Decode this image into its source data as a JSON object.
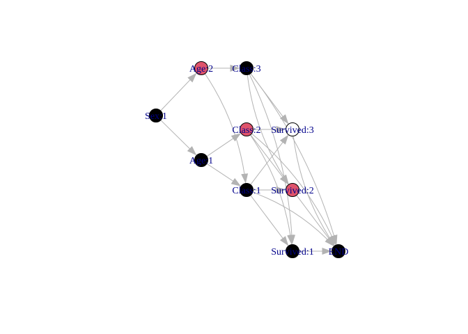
{
  "graph": {
    "colors": {
      "edge": "#b3b3b3",
      "label": "#00008B",
      "node_border": "#000000",
      "palette": {
        "black": "#000000",
        "red": "#DF536B",
        "white": "#ffffff"
      }
    },
    "nodes": [
      {
        "id": "sex1",
        "label": "Sex:1",
        "color": "black"
      },
      {
        "id": "age2",
        "label": "Age:2",
        "color": "red"
      },
      {
        "id": "age1",
        "label": "Age:1",
        "color": "black"
      },
      {
        "id": "class3",
        "label": "Class:3",
        "color": "black"
      },
      {
        "id": "class2",
        "label": "Class:2",
        "color": "red"
      },
      {
        "id": "class1",
        "label": "Class:1",
        "color": "black"
      },
      {
        "id": "surv3",
        "label": "Survived:3",
        "color": "white"
      },
      {
        "id": "surv2",
        "label": "Survived:2",
        "color": "red"
      },
      {
        "id": "surv1",
        "label": "Survived:1",
        "color": "black"
      },
      {
        "id": "end",
        "label": "END",
        "color": "black"
      }
    ],
    "edges": [
      {
        "from": "sex1",
        "to": "age2"
      },
      {
        "from": "sex1",
        "to": "age1"
      },
      {
        "from": "age2",
        "to": "class3"
      },
      {
        "from": "age2",
        "to": "class1"
      },
      {
        "from": "age1",
        "to": "class2"
      },
      {
        "from": "age1",
        "to": "class1"
      },
      {
        "from": "class3",
        "to": "surv2"
      },
      {
        "from": "class3",
        "to": "surv1"
      },
      {
        "from": "class3",
        "to": "surv3"
      },
      {
        "from": "class3",
        "to": "end"
      },
      {
        "from": "class2",
        "to": "surv2"
      },
      {
        "from": "class2",
        "to": "surv1"
      },
      {
        "from": "class2",
        "to": "surv3"
      },
      {
        "from": "class2",
        "to": "end"
      },
      {
        "from": "class1",
        "to": "surv2"
      },
      {
        "from": "class1",
        "to": "surv1"
      },
      {
        "from": "class1",
        "to": "surv3"
      },
      {
        "from": "class1",
        "to": "end"
      },
      {
        "from": "surv3",
        "to": "end"
      },
      {
        "from": "surv2",
        "to": "end"
      },
      {
        "from": "surv1",
        "to": "end"
      }
    ]
  }
}
